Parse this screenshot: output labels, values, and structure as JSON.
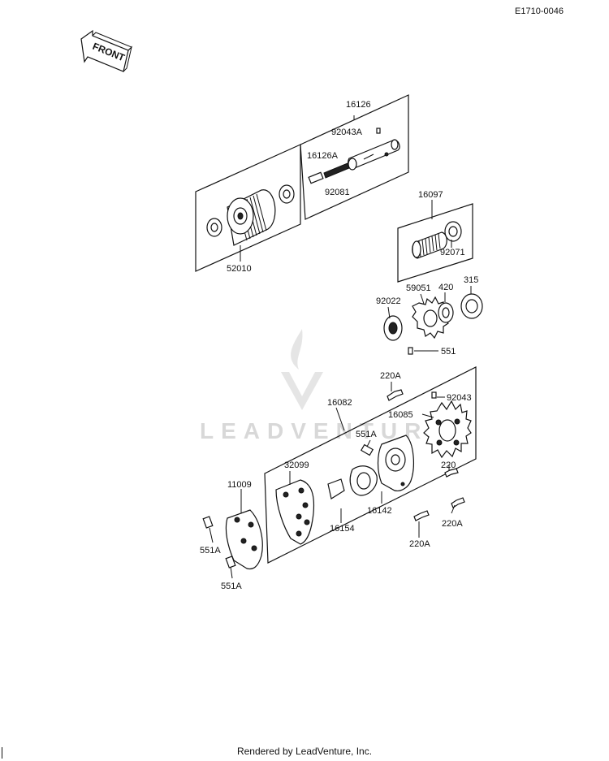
{
  "diagram_id": "E1710-0046",
  "front_label": "FRONT",
  "footer": "Rendered by LeadVenture, Inc.",
  "watermark": "LEADVENTURE",
  "parts": {
    "p16126": "16126",
    "p92043A": "92043A",
    "p16126A": "16126A",
    "p92081": "92081",
    "p52010": "52010",
    "p16097": "16097",
    "p92071": "92071",
    "p92022": "92022",
    "p59051": "59051",
    "p420": "420",
    "p315": "315",
    "p551": "551",
    "p220A_top": "220A",
    "p92043": "92043",
    "p16082": "16082",
    "p16085": "16085",
    "p551A_mid": "551A",
    "p32099": "32099",
    "p220": "220",
    "p11009": "11009",
    "p16142": "16142",
    "p220A_right": "220A",
    "p16154": "16154",
    "p220A_bottom": "220A",
    "p551A_left1": "551A",
    "p551A_left2": "551A"
  }
}
